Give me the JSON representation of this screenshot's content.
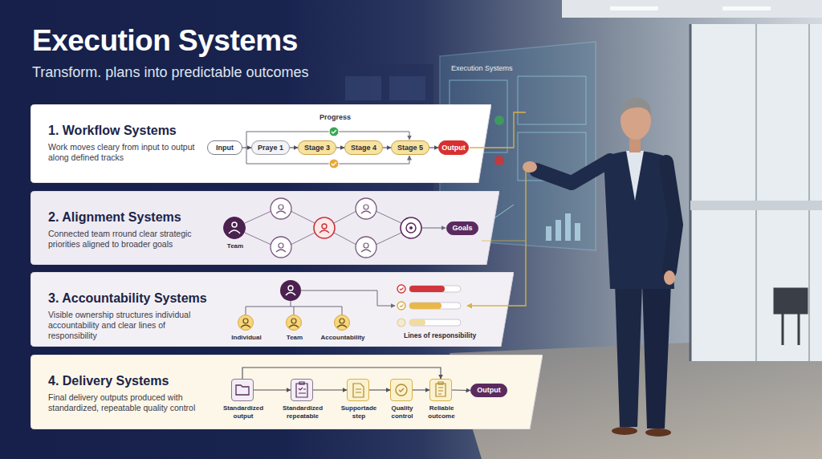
{
  "diagram": {
    "title": "Execution Systems",
    "caption": "Transform. plans into predictable outcomes",
    "nodes": [
      {
        "text": [
          "1. Workflow Systems",
          "Work moves cleary from input to output along defined tracks"
        ]
      },
      {
        "text": [
          "Input"
        ],
        "in": 0
      },
      {
        "text": [
          "Praye 1"
        ],
        "in": 0
      },
      {
        "text": [
          "Stage 3"
        ],
        "in": 0
      },
      {
        "text": [
          "Stage 4"
        ],
        "in": 0
      },
      {
        "text": [
          "Stage 5"
        ],
        "in": 0
      },
      {
        "text": [
          "Output"
        ],
        "in": 0
      },
      {
        "text": [
          "2. Alignment Systems",
          "Connected team rround clear strategic priorities aligned to broader goals"
        ]
      },
      {
        "text": [
          "Team"
        ],
        "in": 7
      },
      {
        "text": [
          "Goals"
        ],
        "in": 7
      },
      {
        "text": [
          "3. Accountability Systems",
          "Visible ownership structures individual accountability and clear lines of responsibility"
        ]
      },
      {
        "text": [
          "Individual"
        ],
        "in": 10
      },
      {
        "text": [
          "Team"
        ],
        "in": 10
      },
      {
        "text": [
          "Accountability"
        ],
        "in": 10
      },
      {
        "text": [
          "4. Delivery Systems",
          "Final delivery outputs produced with standardized, repeatable quality control"
        ]
      },
      {
        "text": [
          "Standardized output"
        ],
        "in": 14
      },
      {
        "text": [
          "Standardized repeatable"
        ],
        "in": 14
      },
      {
        "text": [
          "Supportade step"
        ],
        "in": 14
      },
      {
        "text": [
          "Quality control"
        ],
        "in": 14
      },
      {
        "text": [
          "Reliable outcome"
        ],
        "in": 14
      },
      {
        "text": [
          "Output"
        ],
        "in": 14
      }
    ],
    "edges": [
      {
        "from": 1,
        "to": 2,
        "arrow": "to"
      },
      {
        "from": 2,
        "to": 3,
        "arrow": "to"
      },
      {
        "from": 3,
        "to": 4,
        "arrow": "to"
      },
      {
        "from": 4,
        "to": 5,
        "arrow": "to"
      },
      {
        "from": 5,
        "to": 6,
        "arrow": "to"
      },
      {
        "from": 15,
        "to": 16,
        "arrow": "to"
      },
      {
        "from": 16,
        "to": 17,
        "arrow": "to"
      },
      {
        "from": 17,
        "to": 18,
        "arrow": "to"
      },
      {
        "from": 18,
        "to": 19,
        "arrow": "to"
      },
      {
        "from": 19,
        "to": 20,
        "arrow": "to"
      },
      {
        "from": 15,
        "to": 19,
        "arrow": "to"
      }
    ],
    "labels": [
      "Progress",
      "Lines of responsibility",
      "Execution Systems"
    ]
  }
}
